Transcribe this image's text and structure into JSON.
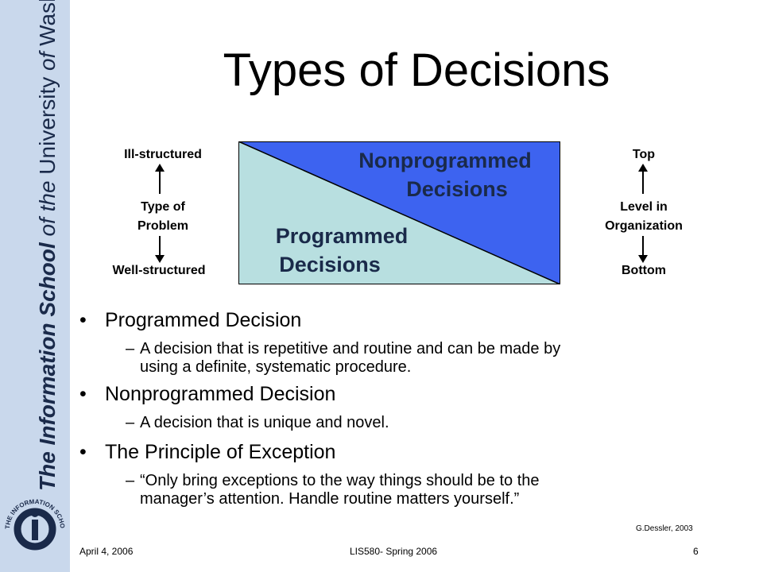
{
  "sidebar": {
    "school_prefix": "The Information School",
    "of_word": "of",
    "the_word": "the",
    "university": "University",
    "of_word2": "of",
    "washington": "Washington",
    "logo_text": "THE INFORMATION SCHOOL"
  },
  "title": "Types of Decisions",
  "diagram": {
    "left_axis": {
      "top": "Ill-structured",
      "middle_line1": "Type of",
      "middle_line2": "Problem",
      "bottom": "Well-structured"
    },
    "right_axis": {
      "top": "Top",
      "middle_line1": "Level in",
      "middle_line2": "Organization",
      "bottom": "Bottom"
    },
    "nonprogrammed_line1": "Nonprogrammed",
    "nonprogrammed_line2": "Decisions",
    "programmed_line1": "Programmed",
    "programmed_line2": "Decisions",
    "colors": {
      "nonprogrammed": "#3d63f0",
      "programmed": "#b8dfe0"
    }
  },
  "bullets": [
    {
      "text": "Programmed Decision",
      "sub": [
        "A decision that is repetitive and routine and can be made by",
        "using a definite, systematic procedure."
      ]
    },
    {
      "text": "Nonprogrammed Decision",
      "sub": [
        "A decision that is unique and novel."
      ]
    },
    {
      "text": "The Principle of Exception",
      "sub": [
        "“Only bring exceptions to the way things should be to the",
        "manager’s attention. Handle routine matters yourself.”"
      ]
    }
  ],
  "bullet_symbol": "•",
  "dash_symbol": "–",
  "credit": "G.Dessler, 2003",
  "footer": {
    "date": "April 4, 2006",
    "course": "LIS580- Spring 2006",
    "page": "6"
  }
}
